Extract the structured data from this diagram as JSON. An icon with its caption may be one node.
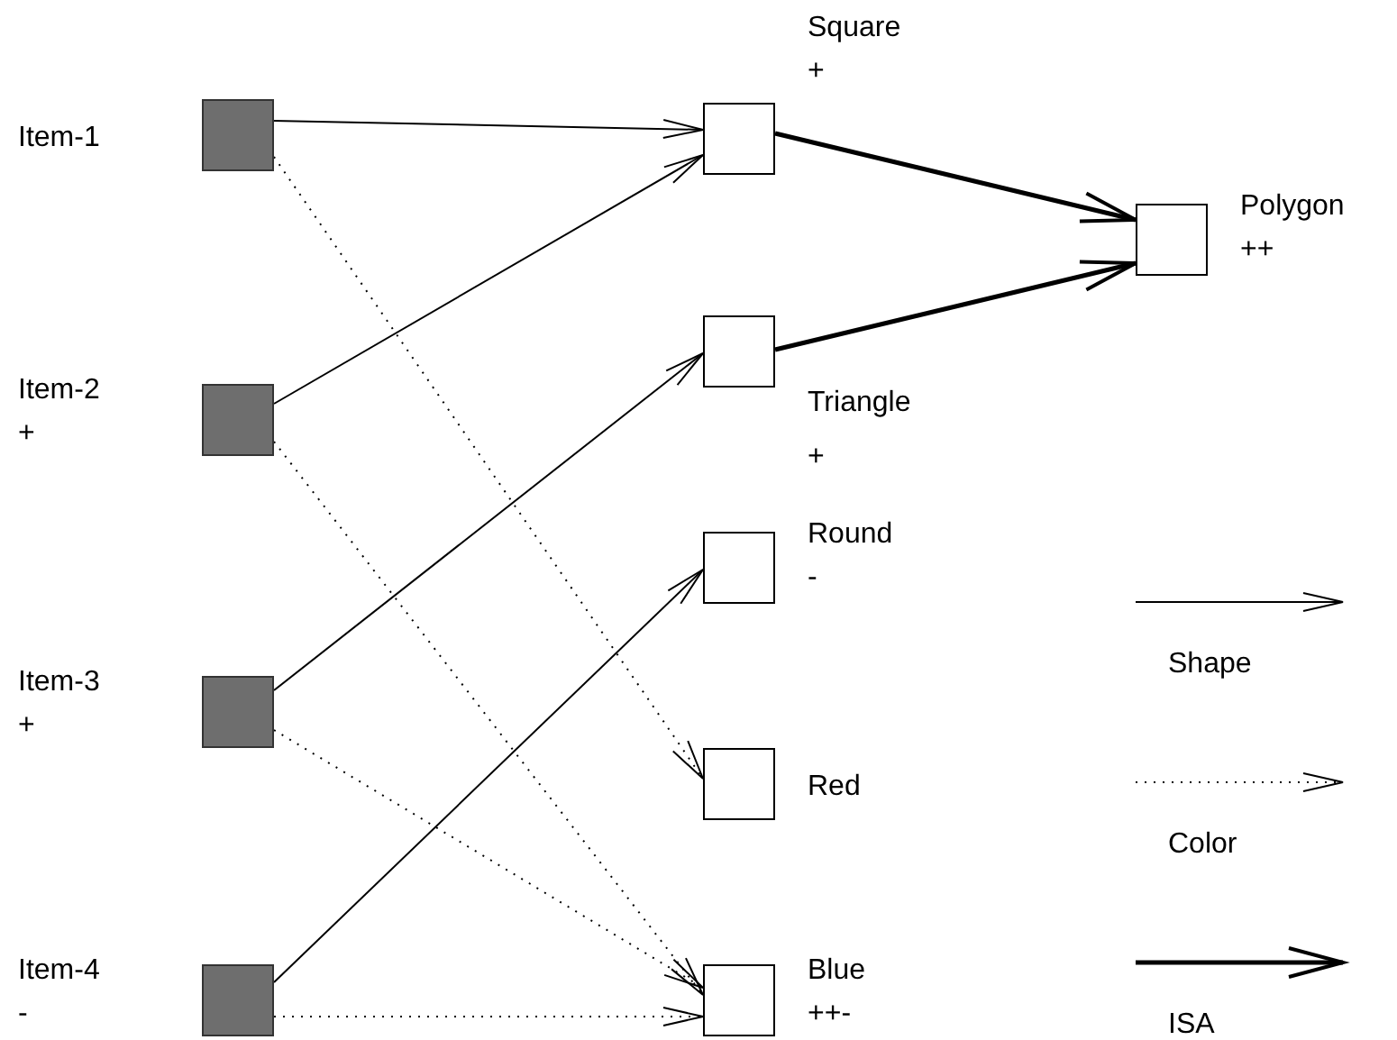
{
  "diagram": {
    "nodes": [
      {
        "text": [
          "Item-1"
        ]
      },
      {
        "text": [
          "Item-2 +"
        ]
      },
      {
        "text": [
          "Item-3 +"
        ]
      },
      {
        "text": [
          "Item-4 -"
        ]
      },
      {
        "text": [
          "Square +"
        ]
      },
      {
        "text": [
          "Triangle +"
        ]
      },
      {
        "text": [
          "Round -"
        ]
      },
      {
        "text": [
          "Red"
        ]
      },
      {
        "text": [
          "Blue ++-"
        ]
      },
      {
        "text": [
          "Polygon ++"
        ]
      }
    ],
    "edges": [
      {
        "from": 0,
        "to": 4,
        "arrow": "to"
      },
      {
        "from": 0,
        "to": 7,
        "arrow": "to",
        "style": "dashed"
      },
      {
        "from": 1,
        "to": 4,
        "arrow": "to"
      },
      {
        "from": 1,
        "to": 8,
        "arrow": "to",
        "style": "dashed"
      },
      {
        "from": 2,
        "to": 5,
        "arrow": "to"
      },
      {
        "from": 2,
        "to": 8,
        "arrow": "to",
        "style": "dashed"
      },
      {
        "from": 3,
        "to": 6,
        "arrow": "to"
      },
      {
        "from": 3,
        "to": 8,
        "arrow": "to",
        "style": "dashed"
      },
      {
        "from": 4,
        "to": 9,
        "arrow": "to",
        "style": "thick"
      },
      {
        "from": 5,
        "to": 9,
        "arrow": "to",
        "style": "thick"
      }
    ],
    "legend": [
      {
        "text": "Shape"
      },
      {
        "text": "Color"
      },
      {
        "text": "ISA"
      }
    ]
  }
}
